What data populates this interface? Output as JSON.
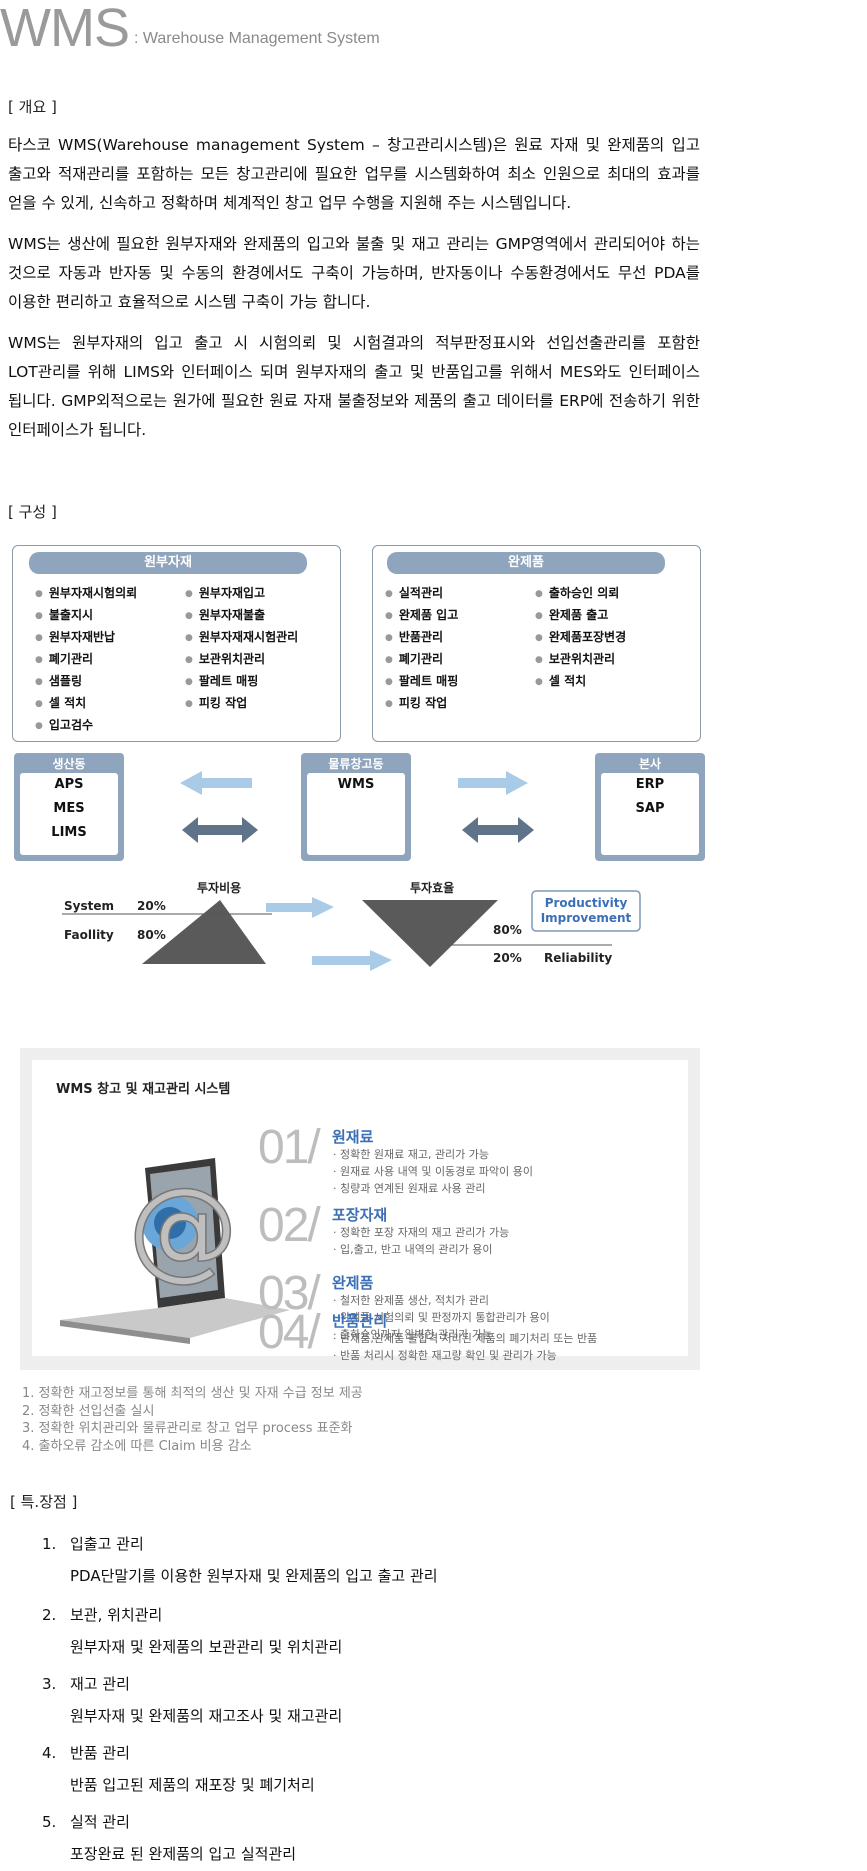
{
  "header": {
    "title": "WMS",
    "subtitle": ": Warehouse Management System"
  },
  "overview": {
    "heading": "[ 개요 ]",
    "paragraphs": [
      "타스코 WMS(Warehouse management System – 창고관리시스템)은 원료 자재 및 완제품의 입고 출고와 적재관리를 포함하는 모든 창고관리에 필요한 업무를 시스템화하여 최소 인원으로 최대의 효과를 얻을 수 있게, 신속하고 정확하며 체계적인 창고 업무 수행을 지원해 주는 시스템입니다.",
      "WMS는 생산에 필요한 원부자재와 완제품의 입고와 불출 및 재고 관리는 GMP영역에서 관리되어야 하는 것으로 자동과 반자동 및 수동의 환경에서도 구축이 가능하며, 반자동이나 수동환경에서도 무선 PDA를 이용한 편리하고 효율적으로 시스템 구축이 가능 합니다.",
      "WMS는 원부자재의 입고 출고 시 시험의뢰 및 시험결과의 적부판정표시와 선입선출관리를 포함한 LOT관리를 위해 LIMS와 인터페이스 되며 원부자재의 출고 및 반품입고를 위해서 MES와도 인터페이스 됩니다. GMP외적으로는 원가에 필요한 원료 자재 불출정보와 제품의 출고 데이터를 ERP에 전송하기 위한 인터페이스가 됩니다."
    ]
  },
  "composition": {
    "heading": "[ 구성 ]",
    "raw": {
      "title": "원부자재",
      "left": [
        "원부자재시험의뢰",
        "불출지시",
        "원부자재반납",
        "폐기관리",
        "샘플링",
        "셀 적치",
        "입고검수"
      ],
      "right": [
        "원부자재입고",
        "원부자재불출",
        "원부자재재시험관리",
        "보관위치관리",
        "팔레트 매핑",
        "피킹 작업"
      ]
    },
    "finished": {
      "title": "완제품",
      "left": [
        "실적관리",
        "완제품 입고",
        "반품관리",
        "폐기관리",
        "팔레트 매핑",
        "피킹 작업"
      ],
      "right": [
        "출하승인 의뢰",
        "완제품 출고",
        "완제품포장변경",
        "보관위치관리",
        "셀 적치"
      ]
    },
    "systems": [
      {
        "title": "생산동",
        "lines": [
          "APS",
          "MES",
          "LIMS"
        ]
      },
      {
        "title": "물류창고동",
        "lines": [
          "WMS"
        ]
      },
      {
        "title": "본사",
        "lines": [
          "ERP",
          "SAP"
        ]
      }
    ],
    "investment": {
      "cost_label": "투자비용",
      "efficiency_label": "투자효율",
      "system_label": "System",
      "system_pct": "20%",
      "facility_label": "Faollity",
      "facility_pct": "80%",
      "eff_top_pct": "80%",
      "eff_bottom_pct": "20%",
      "reliability": "Reliability",
      "productivity_1": "Productivity",
      "productivity_2": "Improvement",
      "colors": {
        "arrow": "#a9cbe8",
        "dark": "#5f7389",
        "shape": "#5a5a5a",
        "blue_text": "#3b6fb6"
      }
    }
  },
  "panel": {
    "title": "WMS 창고 및 재고관리 시스템",
    "items": [
      {
        "num": "01/",
        "cat": "원재료",
        "details": [
          "· 정확한 원재료 재고, 관리가 가능",
          "· 원재료 사용 내역 및 이동경로 파악이 용이",
          "· 칭량과 연계된 원재료 사용 관리"
        ]
      },
      {
        "num": "02/",
        "cat": "포장자재",
        "details": [
          "· 정확한 포장 자재의 재고 관리가 가능",
          "· 입,출고, 반고 내역의 관리가 용이"
        ]
      },
      {
        "num": "03/",
        "cat": "완제품",
        "details": [
          "· 철저한 완제품 생산, 적치가 관리",
          "· 완제품 시험의뢰 및 판정까지 통합관리가 용이",
          "· 출하승인까지 완벽한 관리가 가능"
        ]
      },
      {
        "num": "04/",
        "cat": "반품관리",
        "details": [
          "· 반제품,완제품 불합격 처리된 제품의 폐기처리 또는 반품",
          "· 반품 처리시 정확한 재고량 확인 및 관리가 가능"
        ]
      }
    ],
    "benefits": [
      "1. 정확한 재고정보를 통해 최적의 생산 및 자재 수급 정보 제공",
      "2. 정확한 선입선출 실시",
      "3. 정확한 위치관리와 물류관리로 창고 업무 process 표준화",
      "4. 출하오류 감소에 따른 Claim 비용 감소"
    ]
  },
  "features": {
    "heading": "[ 특.장점 ]",
    "items": [
      {
        "num": "1.",
        "title": "입출고 관리",
        "desc": "PDA단말기를 이용한 원부자재 및 완제품의 입고 출고 관리"
      },
      {
        "num": "2.",
        "title": "보관, 위치관리",
        "desc": "원부자재 및 완제품의 보관관리 및 위치관리"
      },
      {
        "num": "3.",
        "title": "재고 관리",
        "desc": "원부자재 및 완제품의 재고조사 및 재고관리"
      },
      {
        "num": "4.",
        "title": "반품 관리",
        "desc": "반품 입고된 제품의 재포장 및 폐기처리"
      },
      {
        "num": "5.",
        "title": "실적 관리",
        "desc": "포장완료 된 완제품의 입고 실적관리"
      }
    ]
  }
}
